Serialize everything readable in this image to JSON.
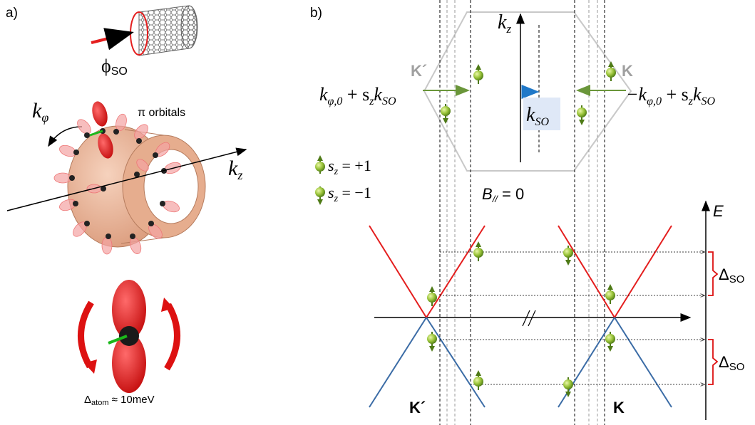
{
  "panel_a": {
    "label": "a)",
    "phi_so": {
      "base": "ϕ",
      "sub": "SO"
    },
    "k_phi": {
      "base": "k",
      "sub": "φ"
    },
    "pi_orbitals": "π orbitals",
    "k_z": {
      "base": "k",
      "sub": "z"
    },
    "delta_atom": {
      "base": "Δ",
      "sub": "atom",
      "rest": " ≈ 10meV"
    }
  },
  "panel_b": {
    "label": "b)",
    "kz_axis": {
      "base": "k",
      "sub": "z"
    },
    "K_prime": "K´",
    "K": "K",
    "left_expr": {
      "k": "k",
      "sub1": "φ,0",
      "mid": " + s",
      "sub2": "z",
      "k2": "k",
      "sub3": "SO"
    },
    "right_expr": {
      "pre": "−k",
      "sub1": "φ,0",
      "mid": " + s",
      "sub2": "z",
      "k2": "k",
      "sub3": "SO"
    },
    "k_so": {
      "base": "k",
      "sub": "SO"
    },
    "legend": [
      {
        "base": "s",
        "sub": "z",
        "eq": " = +1"
      },
      {
        "base": "s",
        "sub": "z",
        "eq": " = −1"
      }
    ],
    "b_field": {
      "base": "B",
      "sub": "//",
      "eq": " = 0"
    },
    "energy_axis": "E",
    "delta_so": {
      "base": "Δ",
      "sub": "SO"
    },
    "bottom_K_prime": "K´",
    "bottom_K": "K",
    "break_mark": "//"
  },
  "colors": {
    "red": "#e41e1e",
    "blue": "#3b6ca6",
    "green_arrow": "#6a963a",
    "blue_arrow": "#1f78c8",
    "hexagon": "#c8c8c8",
    "K_label_gray": "#a0a0a0"
  }
}
